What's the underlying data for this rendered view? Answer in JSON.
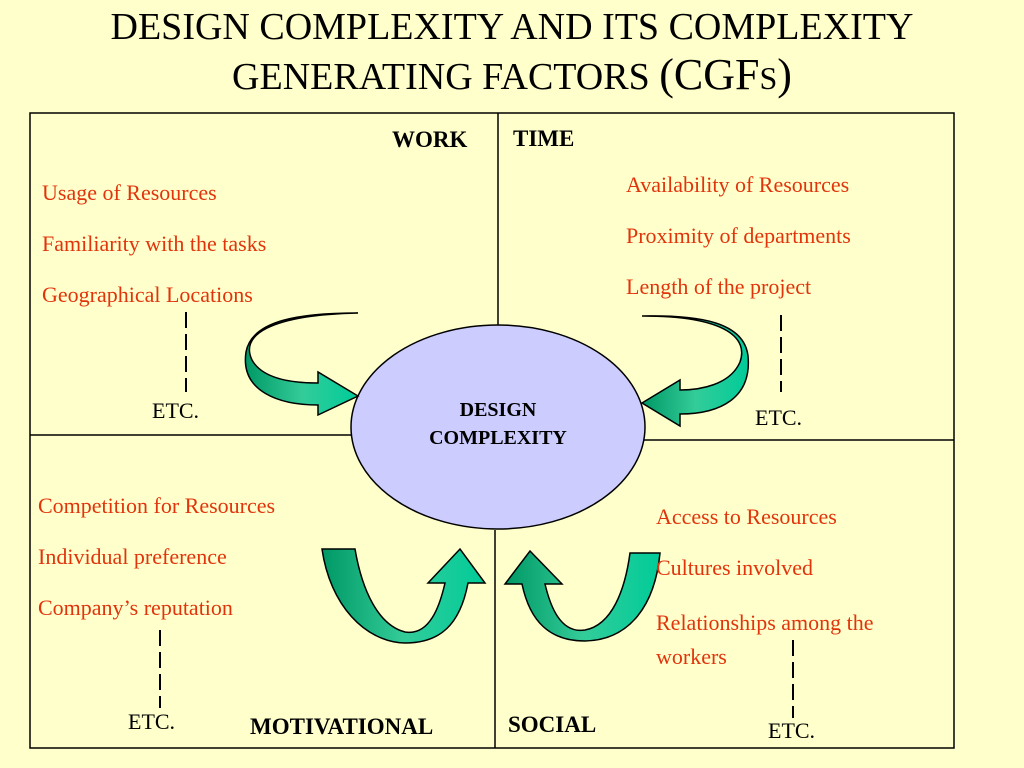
{
  "title": {
    "line1": "DESIGN COMPLEXITY AND ITS COMPLEXITY",
    "line2": "GENERATING FACTORS",
    "acronym": "(CGF",
    "acronym_small": "S",
    "acronym_close": ")"
  },
  "center": {
    "line1": "DESIGN",
    "line2": "COMPLEXITY",
    "fill": "#CCCCFF"
  },
  "quadrants": {
    "work": {
      "label": "WORK",
      "factors": [
        "Usage of Resources",
        "Familiarity with the tasks",
        "Geographical Locations"
      ],
      "etc": "ETC."
    },
    "time": {
      "label": "TIME",
      "factors": [
        "Availability of Resources",
        "Proximity of departments",
        "Length of the project"
      ],
      "etc": "ETC."
    },
    "motivational": {
      "label": "MOTIVATIONAL",
      "factors": [
        "Competition for Resources",
        "Individual preference",
        "Company’s reputation"
      ],
      "etc": "ETC."
    },
    "social": {
      "label": "SOCIAL",
      "factors": [
        "Access to Resources",
        "Cultures involved",
        "Relationships among the workers"
      ],
      "etc": "ETC."
    }
  },
  "colors": {
    "background": "#FFFFCC",
    "factor_text": "#E1340C",
    "arrow_light": "#33CC99",
    "arrow_dark": "#009966"
  }
}
